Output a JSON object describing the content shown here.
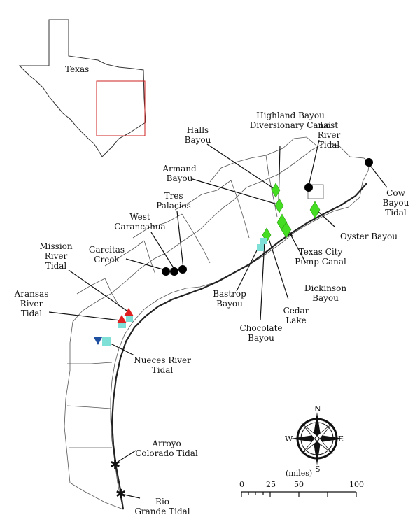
{
  "inset": {
    "label": "Texas"
  },
  "sites": [
    {
      "id": "highland",
      "lines": [
        "Highland Bayou",
        "Diversionary Canal"
      ]
    },
    {
      "id": "lostriver",
      "lines": [
        "Lost",
        "River",
        "Tidal"
      ]
    },
    {
      "id": "halls",
      "lines": [
        "Halls",
        "Bayou"
      ]
    },
    {
      "id": "armand",
      "lines": [
        "Armand",
        "Bayou"
      ]
    },
    {
      "id": "cow",
      "lines": [
        "Cow",
        "Bayou",
        "Tidal"
      ]
    },
    {
      "id": "trespalacios",
      "lines": [
        "Tres",
        "Palacios"
      ]
    },
    {
      "id": "westcar",
      "lines": [
        "West",
        "Carancahua"
      ]
    },
    {
      "id": "garcitas",
      "lines": [
        "Garcitas",
        "Creek"
      ]
    },
    {
      "id": "mission",
      "lines": [
        "Mission",
        "River",
        "Tidal"
      ]
    },
    {
      "id": "oyster",
      "lines": [
        "Oyster Bayou"
      ]
    },
    {
      "id": "texascity",
      "lines": [
        "Texas City",
        "Pump Canal"
      ]
    },
    {
      "id": "aransas",
      "lines": [
        "Aransas",
        "River",
        "Tidal"
      ]
    },
    {
      "id": "bastrop",
      "lines": [
        "Bastrop",
        "Bayou"
      ]
    },
    {
      "id": "dickinson",
      "lines": [
        "Dickinson",
        "Bayou"
      ]
    },
    {
      "id": "cedar",
      "lines": [
        "Cedar",
        "Lake"
      ]
    },
    {
      "id": "chocolate",
      "lines": [
        "Chocolate",
        "Bayou"
      ]
    },
    {
      "id": "nueces",
      "lines": [
        "Nueces River",
        "Tidal"
      ]
    },
    {
      "id": "arroyo",
      "lines": [
        "Arroyo",
        "Colorado Tidal"
      ]
    },
    {
      "id": "riogrande",
      "lines": [
        "Rio",
        "Grande Tidal"
      ]
    }
  ],
  "compass": {
    "n": "N",
    "s": "S",
    "e": "E",
    "w": "W"
  },
  "scale": {
    "unit": "(miles)",
    "ticks": [
      "0",
      "25",
      "50",
      "100"
    ]
  },
  "colors": {
    "diamond": "#44dd22",
    "circle": "#000000",
    "up_triangle": "#e02020",
    "down_triangle": "#1f4fa0",
    "square": "#7fe0d8",
    "inset_box": "#cc2222"
  }
}
